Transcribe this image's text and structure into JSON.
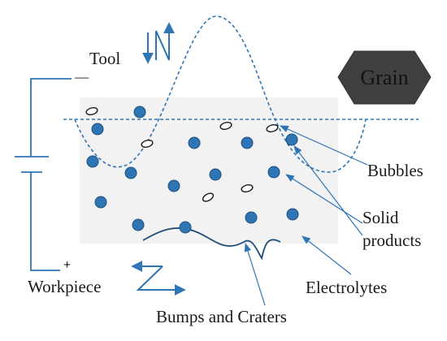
{
  "labels": {
    "tool": "Tool",
    "minus": "—",
    "plus": "+",
    "workpiece": "Workpiece",
    "grain": "Grain",
    "bubbles": "Bubbles",
    "solid_line1": "Solid",
    "solid_line2": "products",
    "electrolytes": "Electrolytes",
    "bumps": "Bumps and Craters"
  },
  "colors": {
    "blue": "#2e75b6",
    "particle": "#2e75b6",
    "particle_edge": "#1f4e79",
    "region": "#f2f2f2",
    "grain_fill": "#404040",
    "grain_text": "#111111",
    "line": "#2e75b6"
  }
}
